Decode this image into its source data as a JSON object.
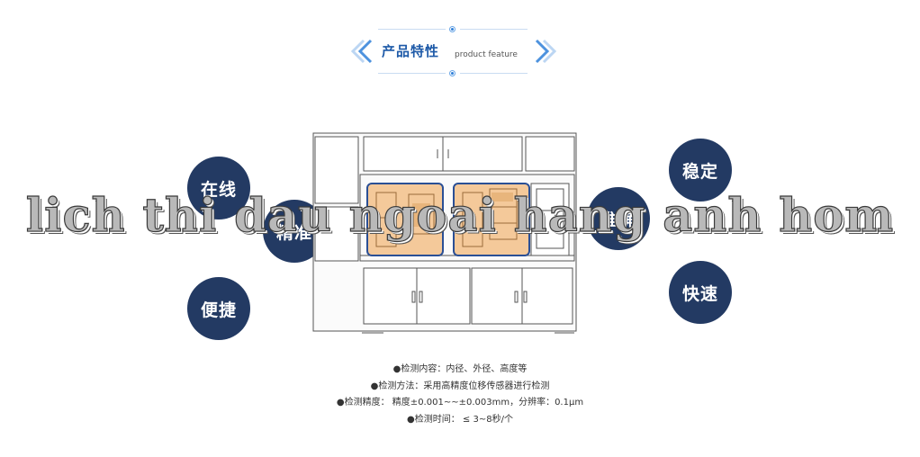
{
  "header": {
    "title": "产品特性",
    "subtitle": "product feature"
  },
  "features": [
    {
      "id": "online",
      "label": "在线"
    },
    {
      "id": "precise",
      "label": "精准"
    },
    {
      "id": "convenient",
      "label": "便捷"
    },
    {
      "id": "stable",
      "label": "稳定"
    },
    {
      "id": "accurate",
      "label": "准确"
    },
    {
      "id": "fast",
      "label": "快速"
    }
  ],
  "watermark": "lich thi dau ngoai hang anh hom",
  "specs": [
    "●检测内容：内径、外径、高度等",
    "●检测方法：采用高精度位移传感器进行检测",
    "●检测精度：  精度±0.001~~±0.003mm，分辨率：0.1μm",
    "●检测时间：  ≤ 3~8秒/个"
  ],
  "colors": {
    "circle": "#233a63",
    "title": "#1e5aa8",
    "accent": "#2f7fd8",
    "machine_panel": "#f4c99a"
  }
}
